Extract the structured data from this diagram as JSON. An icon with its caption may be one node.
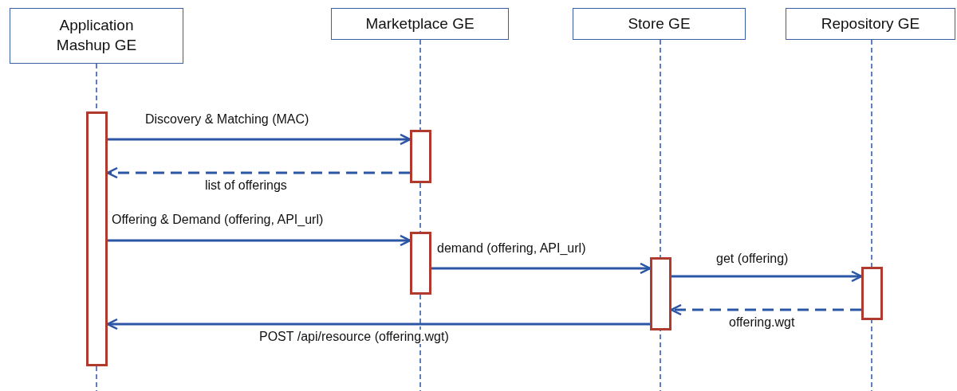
{
  "diagram": {
    "nodes": [
      {
        "text": [
          "Application Mashup GE"
        ]
      },
      {
        "text": [
          "Marketplace GE"
        ]
      },
      {
        "text": [
          "Store GE"
        ]
      },
      {
        "text": [
          "Repository GE"
        ]
      },
      {
        "text": [],
        "shape": "bar"
      },
      {
        "text": [],
        "shape": "bar"
      },
      {
        "text": [],
        "shape": "bar"
      },
      {
        "text": [],
        "shape": "bar"
      },
      {
        "text": [],
        "shape": "bar"
      }
    ],
    "edges": [
      {
        "from": 4,
        "to": 5,
        "arrow": "to",
        "label": "Discovery & Matching (MAC)"
      },
      {
        "from": 5,
        "to": 4,
        "arrow": "to",
        "label": "list of offerings",
        "style": "dashed"
      },
      {
        "from": 4,
        "to": 6,
        "arrow": "to",
        "label": "Offering & Demand (offering, API_url)"
      },
      {
        "from": 6,
        "to": 7,
        "arrow": "to",
        "label": "demand (offering, API_url)"
      },
      {
        "from": 7,
        "to": 8,
        "arrow": "to",
        "label": "get (offering)"
      },
      {
        "from": 8,
        "to": 7,
        "arrow": "to",
        "label": "offering.wgt",
        "style": "dashed"
      },
      {
        "from": 7,
        "to": 4,
        "arrow": "to",
        "label": "POST /api/resource (offering.wgt)"
      }
    ]
  }
}
